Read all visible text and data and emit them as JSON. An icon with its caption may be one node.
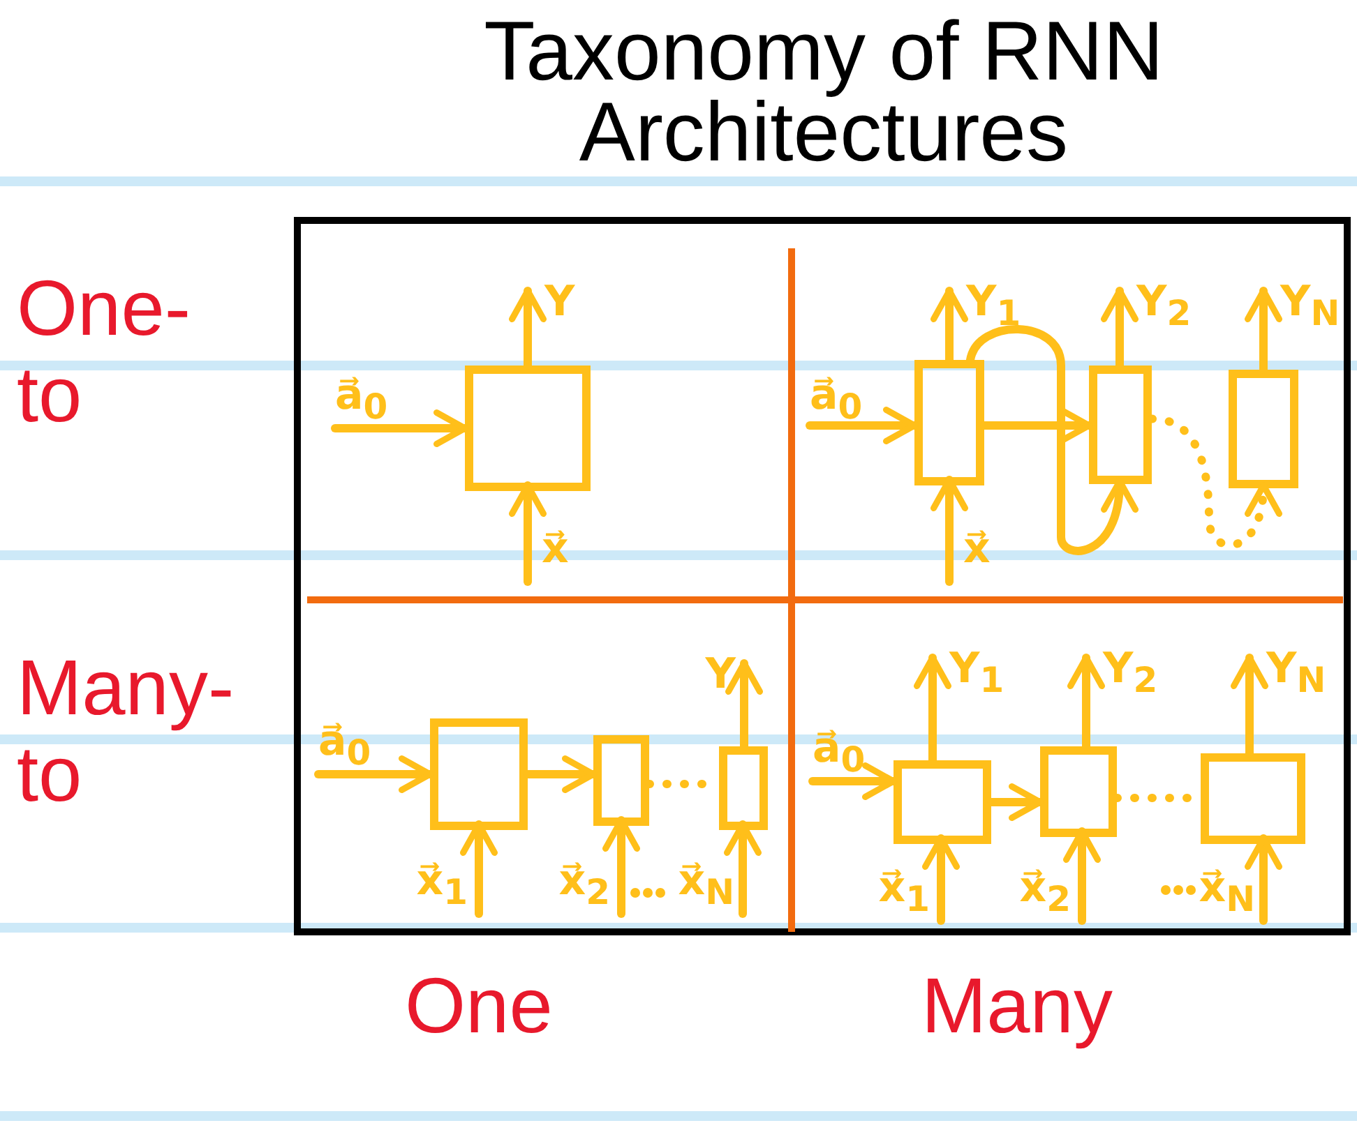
{
  "diagram": {
    "title": "Taxonomy of RNN Architectures",
    "nodes": [
      {
        "text": [
          "a⃗$_{0}$"
        ]
      },
      {
        "text": [],
        "shape": "box"
      },
      {
        "text": [
          "Y"
        ]
      },
      {
        "text": [
          "x⃗"
        ]
      },
      {
        "text": [
          "a⃗$_{0}$"
        ]
      },
      {
        "text": [],
        "shape": "box"
      },
      {
        "text": [],
        "shape": "box"
      },
      {
        "text": [],
        "shape": "box"
      },
      {
        "text": [
          "Y$_{1}$"
        ]
      },
      {
        "text": [
          "Y$_{2}$"
        ]
      },
      {
        "text": [
          "Y$_{N}$"
        ]
      },
      {
        "text": [
          "x⃗"
        ]
      },
      {
        "text": [
          "a⃗$_{0}$"
        ]
      },
      {
        "text": [],
        "shape": "box"
      },
      {
        "text": [],
        "shape": "box"
      },
      {
        "text": [],
        "shape": "box"
      },
      {
        "text": [
          "Y"
        ]
      },
      {
        "text": [
          "x⃗$_{1}$"
        ]
      },
      {
        "text": [
          "x⃗$_{2}$"
        ]
      },
      {
        "text": [
          "x⃗$_{N}$"
        ]
      },
      {
        "text": [
          "a⃗$_{0}$"
        ]
      },
      {
        "text": [],
        "shape": "box"
      },
      {
        "text": [],
        "shape": "box"
      },
      {
        "text": [],
        "shape": "box"
      },
      {
        "text": [
          "Y$_{1}$"
        ]
      },
      {
        "text": [
          "Y$_{2}$"
        ]
      },
      {
        "text": [
          "Y$_{N}$"
        ]
      },
      {
        "text": [
          "x⃗$_{1}$"
        ]
      },
      {
        "text": [
          "x⃗$_{2}$"
        ]
      },
      {
        "text": [
          "x⃗$_{N}$"
        ]
      }
    ],
    "edges": [
      {
        "from": 0,
        "to": 1,
        "arrow": "to"
      },
      {
        "from": 1,
        "to": 2,
        "arrow": "to"
      },
      {
        "from": 3,
        "to": 1,
        "arrow": "to"
      },
      {
        "from": 4,
        "to": 5,
        "arrow": "to"
      },
      {
        "from": 5,
        "to": 6,
        "arrow": "to"
      },
      {
        "from": 5,
        "to": 8,
        "arrow": "to"
      },
      {
        "from": 6,
        "to": 9,
        "arrow": "to"
      },
      {
        "from": 7,
        "to": 10,
        "arrow": "to"
      },
      {
        "from": 11,
        "to": 5,
        "arrow": "to"
      },
      {
        "from": 5,
        "to": 6,
        "arrow": "to"
      },
      {
        "from": 6,
        "to": 7,
        "arrow": "to",
        "style": "dashed"
      },
      {
        "from": 12,
        "to": 13,
        "arrow": "to"
      },
      {
        "from": 13,
        "to": 14,
        "arrow": "to"
      },
      {
        "from": 14,
        "to": 15,
        "arrow": "none",
        "style": "dashed"
      },
      {
        "from": 15,
        "to": 16,
        "arrow": "to"
      },
      {
        "from": 17,
        "to": 13,
        "arrow": "to"
      },
      {
        "from": 18,
        "to": 14,
        "arrow": "to"
      },
      {
        "from": 19,
        "to": 15,
        "arrow": "to"
      },
      {
        "from": 20,
        "to": 21,
        "arrow": "to"
      },
      {
        "from": 21,
        "to": 22,
        "arrow": "to"
      },
      {
        "from": 22,
        "to": 23,
        "arrow": "none",
        "style": "dashed"
      },
      {
        "from": 21,
        "to": 24,
        "arrow": "to"
      },
      {
        "from": 22,
        "to": 25,
        "arrow": "to"
      },
      {
        "from": 23,
        "to": 26,
        "arrow": "to"
      },
      {
        "from": 27,
        "to": 21,
        "arrow": "to"
      },
      {
        "from": 28,
        "to": 22,
        "arrow": "to"
      },
      {
        "from": 29,
        "to": 23,
        "arrow": "to"
      }
    ],
    "labels": [
      "One- to",
      "Many- to",
      "One",
      "Many"
    ]
  }
}
